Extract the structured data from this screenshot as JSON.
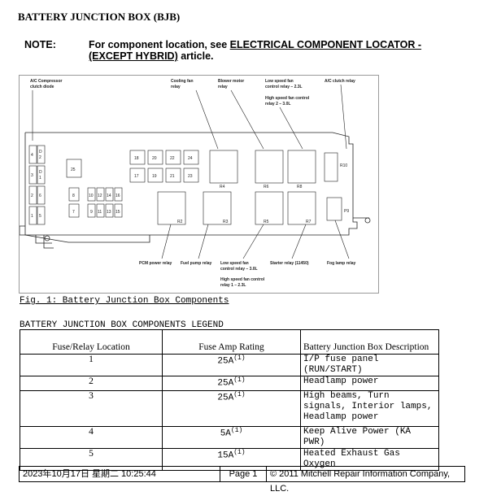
{
  "title": "BATTERY JUNCTION BOX (BJB)",
  "note": {
    "label": "NOTE:",
    "text_prefix": "For component location, see ",
    "link_line1": "ELECTRICAL COMPONENT LOCATOR -",
    "link_line2": "(EXCEPT HYBRID)",
    "text_suffix": " article."
  },
  "figure": {
    "callouts_top": {
      "ac_compressor": [
        "A/C Compressor",
        "clutch diode"
      ],
      "cooling_fan": [
        "Cooling fan",
        "relay"
      ],
      "blower_motor": [
        "Blower motor",
        "relay"
      ],
      "low_speed_fan_top": [
        "Low speed fan",
        "control relay – 2.3L"
      ],
      "high_speed_fan_top": [
        "High speed fan control",
        "relay 2 – 3.0L"
      ],
      "ac_clutch": [
        "A/C clutch relay"
      ]
    },
    "callouts_bottom": {
      "pcm_power": "PCM power relay",
      "fuel_pump": "Fuel pump relay",
      "low_speed_fan_bottom": [
        "Low speed fan",
        "control relay – 3.0L"
      ],
      "high_speed_fan_bottom": [
        "High speed fan control",
        "relay 1 – 2.3L"
      ],
      "starter": "Starter relay (11450)",
      "fog_lamp": "Fog lamp relay"
    },
    "fuses_left": [
      "4",
      "3",
      "2",
      "1"
    ],
    "fuses_left_b": [
      "D\n2",
      "D\n1",
      "6",
      "5"
    ],
    "fuse_25": "25",
    "fuses_mid": [
      "8",
      "7"
    ],
    "fuses_small": [
      "10",
      "12",
      "14",
      "16",
      "9",
      "11",
      "13",
      "15"
    ],
    "fuses_grid": [
      "18",
      "20",
      "22",
      "24",
      "17",
      "19",
      "21",
      "23"
    ],
    "relays_top": [
      "R4",
      "R6",
      "R8"
    ],
    "relays_bottom": [
      "R2",
      "R3",
      "R5",
      "R7"
    ],
    "r10": "R10",
    "p9": "P9"
  },
  "fig_caption": "Fig. 1: Battery Junction Box Components",
  "legend_title": "BATTERY JUNCTION BOX COMPONENTS LEGEND",
  "table": {
    "headers": [
      "Fuse/Relay Location",
      "Fuse Amp Rating",
      "Battery Junction Box Description"
    ],
    "rows": [
      {
        "loc": "1",
        "amp": "25A",
        "note": "(1)",
        "desc": "I/P fuse panel (RUN/START)"
      },
      {
        "loc": "2",
        "amp": "25A",
        "note": "(1)",
        "desc": "Headlamp power"
      },
      {
        "loc": "3",
        "amp": "25A",
        "note": "(1)",
        "desc": "High beams, Turn signals, Interior lamps, Headlamp power"
      },
      {
        "loc": "4",
        "amp": "5A",
        "note": "(1)",
        "desc": "Keep Alive Power (KA PWR)"
      },
      {
        "loc": "5",
        "amp": "15A",
        "note": "(1)",
        "desc": "Heated Exhaust Gas Oxygen"
      }
    ]
  },
  "footer": {
    "timestamp": "2023年10月17日 星期二 10:25:44",
    "page": "Page 1",
    "copyright": "© 2011 Mitchell Repair Information Company, LLC."
  }
}
